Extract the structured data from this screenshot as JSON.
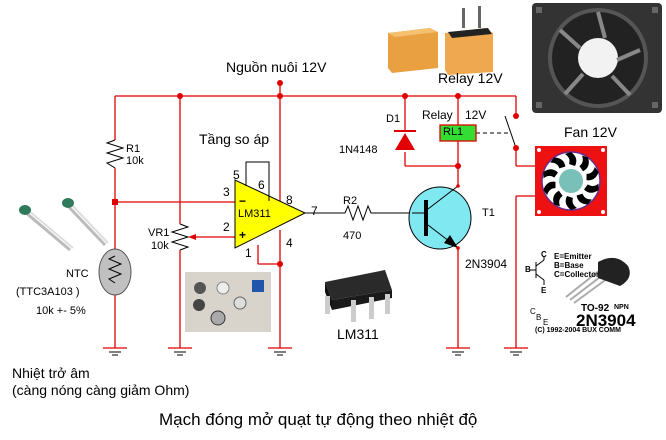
{
  "title": "Mạch đóng mở quạt tự động theo nhiệt độ",
  "power_label": "Nguồn nuôi 12V",
  "stage_label": "Tầng so áp",
  "components": {
    "r1": {
      "name": "R1",
      "value": "10k"
    },
    "vr1": {
      "name": "VR1",
      "value": "10k"
    },
    "r2": {
      "name": "R2",
      "value": "470"
    },
    "d1": {
      "name": "D1",
      "value": "1N4148"
    },
    "rl1": {
      "name": "RL1",
      "label": "Relay",
      "voltage": "12V"
    },
    "t1": {
      "name": "T1",
      "value": "2N3904"
    },
    "ic": {
      "name": "LM311"
    },
    "ntc": {
      "name": "NTC",
      "part": "(TTC3A103 )",
      "tolerance": "10k +- 5%"
    }
  },
  "ic_pins": {
    "p1": "1",
    "p2": "2",
    "p3": "3",
    "p4": "4",
    "p5": "5",
    "p6": "6",
    "p7": "7",
    "p8": "8",
    "minus": "−",
    "plus": "+"
  },
  "photo_labels": {
    "relay": "Relay 12V",
    "fan": "Fan 12V",
    "lm311": "LM311"
  },
  "thermistor_note": {
    "line1": "Nhiệt trở âm",
    "line2": "(càng nóng càng giảm Ohm)"
  },
  "transistor_card": {
    "legend_e": "E=Emitter",
    "legend_b": "B=Base",
    "legend_c": "C=Collector",
    "package": "TO-92",
    "type": "NPN",
    "part": "2N3904",
    "copyright": "(C) 1992-2004 BUX COMM",
    "pin_c": "C",
    "pin_b": "B",
    "pin_e": "E"
  },
  "colors": {
    "wire": "#e00000",
    "opamp_fill": "#ffff00",
    "transistor_fill": "#80e8f0",
    "relay_fill": "#33dd33",
    "fan_red": "#ee1111",
    "thermistor_fill": "#c0c0c0"
  }
}
